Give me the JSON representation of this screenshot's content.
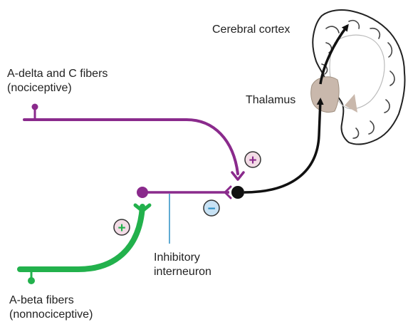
{
  "labels": {
    "cerebral_cortex": "Cerebral cortex",
    "thalamus": "Thalamus",
    "nociceptive_line1": "A-delta and C fibers",
    "nociceptive_line2": "(nociceptive)",
    "abeta_line1": "A-beta fibers",
    "abeta_line2": "(nonnociceptive)",
    "interneuron_line1": "Inhibitory",
    "interneuron_line2": "interneuron"
  },
  "signs": {
    "excitatory_nociceptive": "+",
    "excitatory_abeta": "+",
    "inhibitory": "−"
  },
  "colors": {
    "nociceptive_fiber": "#8a2a8c",
    "abeta_fiber": "#22b14c",
    "projection_neuron": "#111111",
    "interneuron_marker": "#2a8fc4",
    "brain_outline": "#222222",
    "thalamus_fill": "#c9b8ac",
    "plus_badge_fill": "#f3dce6",
    "minus_badge_fill": "#c8e2f4"
  }
}
